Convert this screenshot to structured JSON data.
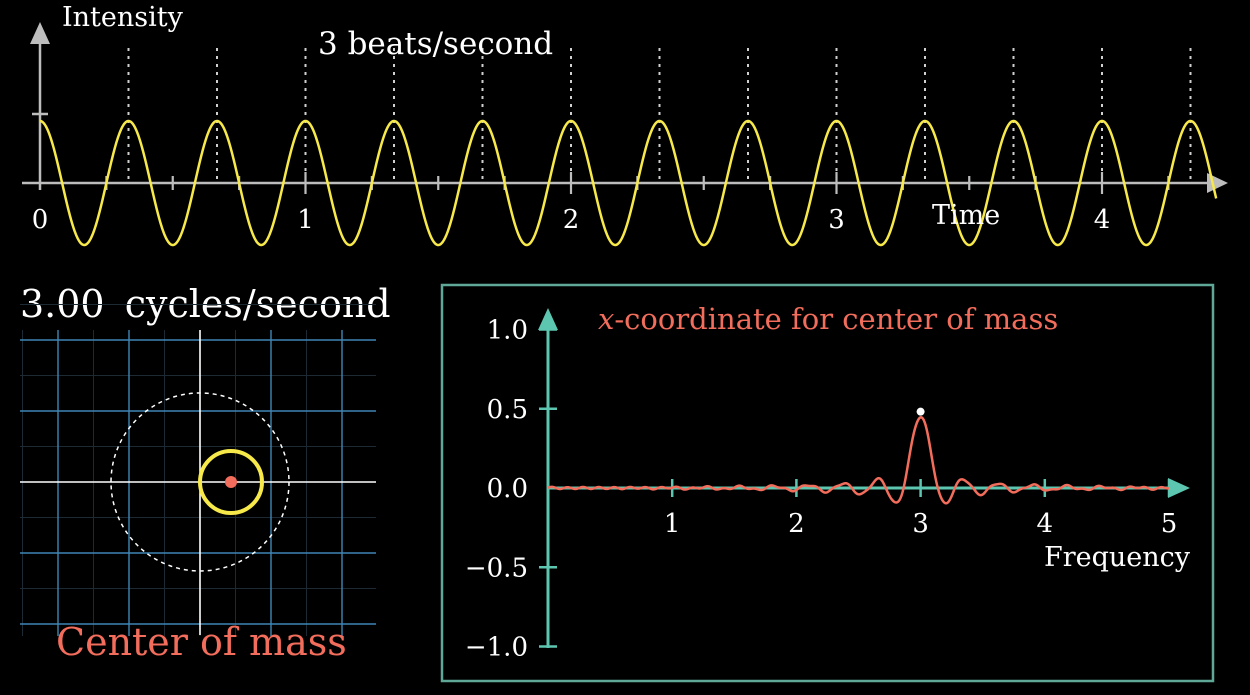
{
  "top_plot": {
    "y_axis_label": "Intensity",
    "x_axis_label": "Time",
    "beats_label": "3 beats/second",
    "x_tick_labels": [
      "0",
      "1",
      "2",
      "3",
      "4"
    ],
    "x_min": 0,
    "x_max": 4.5,
    "wave_color": "#f7e94a",
    "axis_color": "#bdbdbd"
  },
  "winding": {
    "cycles_value": "3.00",
    "cycles_unit": "cycles/second",
    "center_of_mass_label": "Center of mass",
    "winding_color": "#f7e94a",
    "center_color": "#f26d5b",
    "grid_color": "#3f86b5"
  },
  "freq_plot": {
    "title_prefix": "x",
    "title_rest": "-coordinate for center of mass",
    "x_axis_label": "Frequency",
    "y_tick_labels": [
      "1.0",
      "0.5",
      "0.0",
      "−0.5",
      "−1.0"
    ],
    "x_tick_labels": [
      "1",
      "2",
      "3",
      "4",
      "5"
    ],
    "peak_frequency": 3,
    "peak_value": 0.45,
    "curve_color": "#f26d5b",
    "axis_color": "#5cc6b0",
    "frame_color": "#5fa898"
  },
  "chart_data": [
    {
      "type": "line",
      "xlabel": "Time",
      "ylabel": "Intensity",
      "x_ticks": [
        0,
        1,
        2,
        3,
        4
      ],
      "series": [
        {
          "values_description_frequency_hz": 3
        }
      ],
      "annotations": [
        "3 beats/second"
      ]
    },
    {
      "type": "line",
      "title": "x-coordinate for center of mass",
      "xlabel": "Frequency",
      "x_ticks": [
        1,
        2,
        3,
        4,
        5
      ],
      "y_ticks": [
        1.0,
        0.5,
        0.0,
        -0.5,
        -1.0
      ],
      "ylim": [
        -1.0,
        1.0
      ],
      "xlim": [
        0,
        5
      ],
      "series": [
        {
          "x": [
            0,
            1,
            2,
            2.5,
            2.75,
            2.9,
            3.0,
            3.1,
            3.25,
            3.5,
            4,
            5
          ],
          "values": [
            0,
            0,
            0,
            0.01,
            -0.03,
            0.2,
            0.45,
            0.2,
            -0.03,
            0.01,
            0,
            0
          ]
        }
      ]
    }
  ]
}
